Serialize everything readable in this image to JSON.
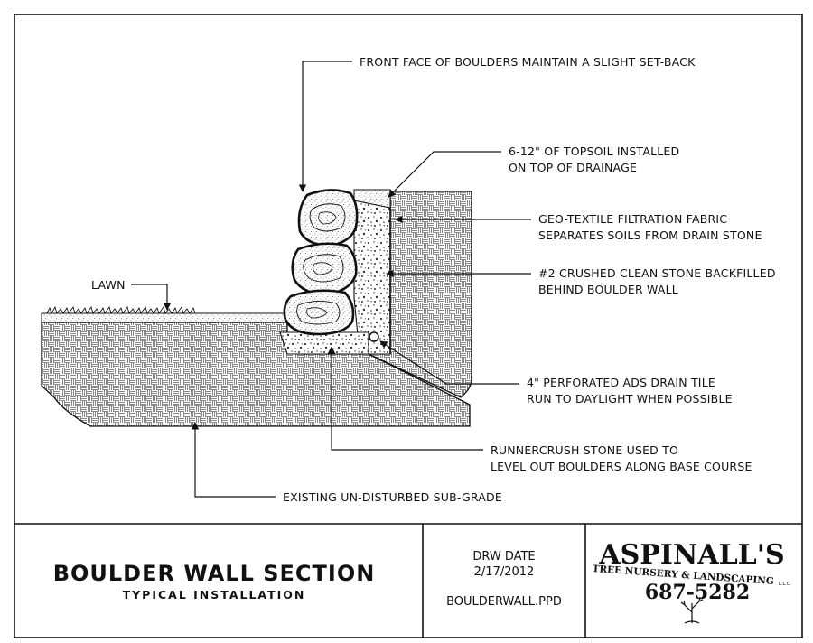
{
  "notes": {
    "front_face": "FRONT FACE OF BOULDERS MAINTAIN A SLIGHT SET-BACK",
    "topsoil_1": "6-12\" OF TOPSOIL INSTALLED",
    "topsoil_2": "ON TOP OF DRAINAGE",
    "geotextile_1": "GEO-TEXTILE FILTRATION FABRIC",
    "geotextile_2": "SEPARATES SOILS FROM DRAIN STONE",
    "crushed_1": "#2 CRUSHED CLEAN STONE BACKFILLED",
    "crushed_2": "BEHIND BOULDER WALL",
    "lawn": "LAWN",
    "drain_1": "4\" PERFORATED ADS DRAIN TILE",
    "drain_2": "RUN TO DAYLIGHT WHEN POSSIBLE",
    "runnercrush_1": "RUNNERCRUSH STONE USED TO",
    "runnercrush_2": "LEVEL OUT BOULDERS ALONG BASE COURSE",
    "subgrade": "EXISTING UN-DISTURBED SUB-GRADE"
  },
  "title_block": {
    "title": "BOULDER WALL SECTION",
    "subtitle": "TYPICAL INSTALLATION",
    "date_label": "DRW DATE",
    "date_value": "2/17/2012",
    "filename": "BOULDERWALL.PPD"
  },
  "logo": {
    "name": "ASPINALL'S",
    "tagline": "TREE NURSERY & LANDSCAPING",
    "llc": "L.L.C.",
    "phone": "687-5282"
  },
  "colors": {
    "line": "#111111",
    "paper": "#ffffff"
  }
}
